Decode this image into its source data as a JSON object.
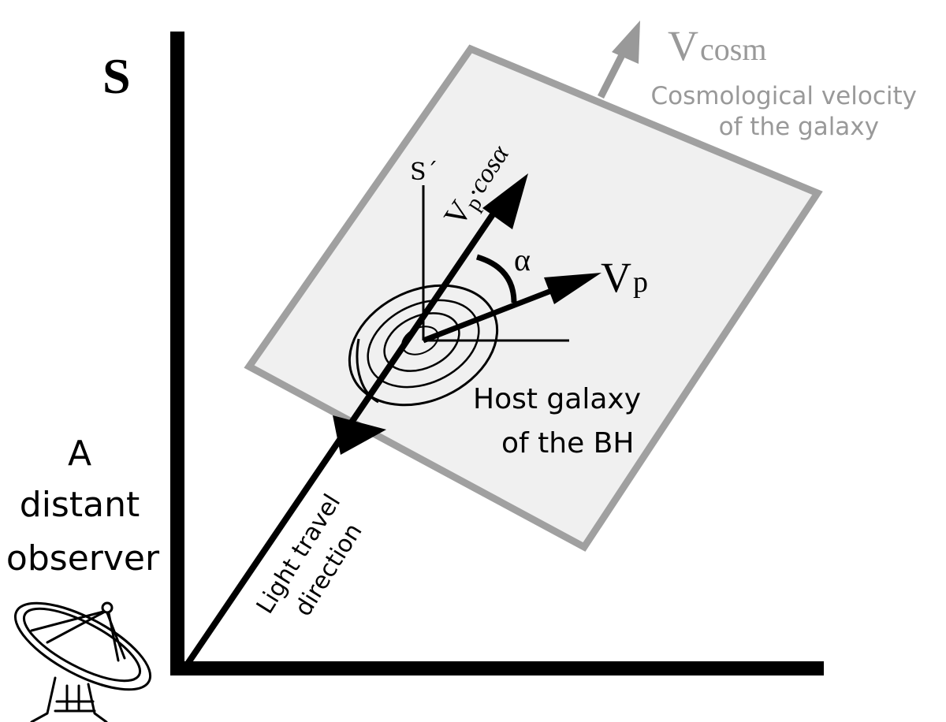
{
  "labels": {
    "frame_axis": "S",
    "galaxy_axis": "S´",
    "cosm_velocity": "Vcosm",
    "cosm_velocity_base": "V",
    "cosm_velocity_sub": "cosm",
    "cosm_desc_line1": "Cosmological velocity",
    "cosm_desc_line2": "of the galaxy",
    "projected_velocity_base": "V",
    "projected_velocity_sub": "p",
    "projected_velocity_tail": "·cosα",
    "peculiar_velocity_base": "V",
    "peculiar_velocity_sub": "p",
    "angle": "α",
    "host_line1": "Host galaxy",
    "host_line2": "of the BH",
    "observer_line1": "A",
    "observer_line2": "distant",
    "observer_line3": "observer",
    "light_line1": "Light travel",
    "light_line2": "direction"
  },
  "colors": {
    "ink": "#000000",
    "gray": "#999999",
    "panel_fill": "#f0f0f0",
    "panel_stroke": "#a0a0a0"
  }
}
